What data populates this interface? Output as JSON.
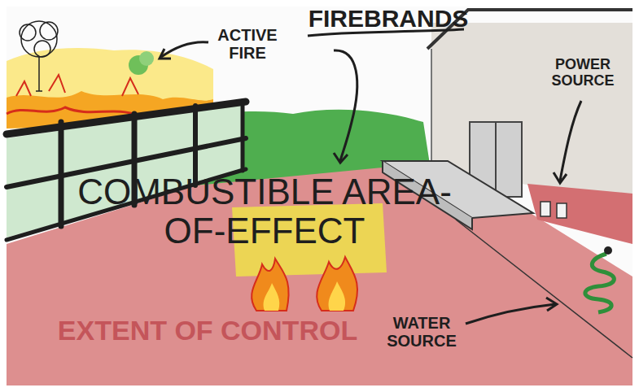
{
  "diagram": {
    "labels": [
      "FIREBRANDS",
      "ACTIVE FIRE",
      "POWER SOURCE",
      "COMBUSTIBLE AREA-OF-EFFECT",
      "EXTENT OF CONTROL",
      "WATER SOURCE"
    ]
  }
}
